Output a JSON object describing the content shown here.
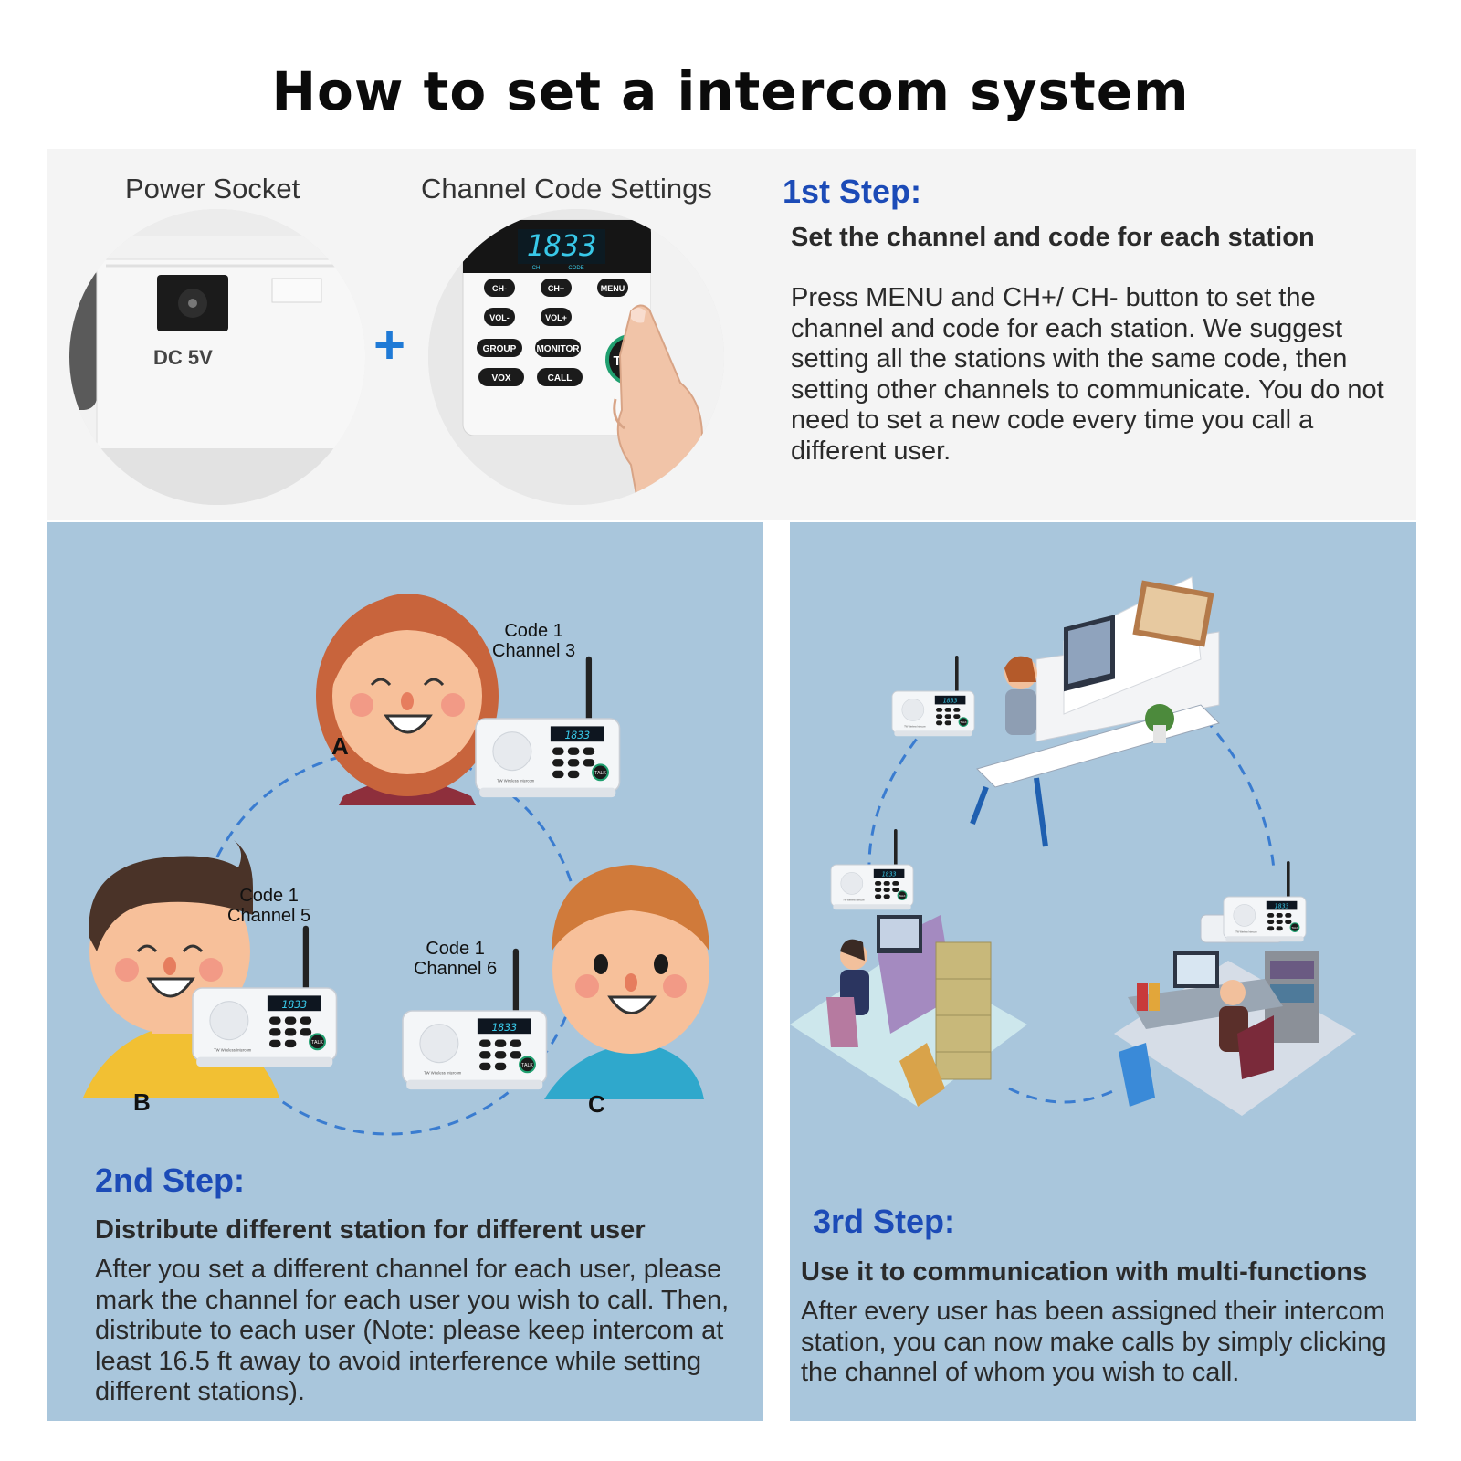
{
  "page": {
    "title": "How to set a intercom system"
  },
  "top_panel": {
    "power_socket_label": "Power Socket",
    "channel_code_label": "Channel Code Settings",
    "plus": "+",
    "socket_marking": "DC  5V",
    "keypad": {
      "display": "1833",
      "display_sub_left": "CH",
      "display_sub_right": "CODE",
      "buttons": [
        "CH-",
        "CH+",
        "MENU",
        "VOL-",
        "VOL+",
        "GROUP",
        "MONITOR",
        "VOX",
        "CALL"
      ],
      "talk_button": "TALK"
    }
  },
  "step1": {
    "heading": "1st Step:",
    "subheading": "Set the channel and code for each station",
    "body": "Press MENU and CH+/ CH- button to set the channel and code for each station. We suggest setting all the stations with the same code, then setting other channels to communicate. You do not need to set a new code every time you call a different user."
  },
  "users": [
    {
      "letter": "A",
      "code": "Code 1",
      "channel": "Channel 3"
    },
    {
      "letter": "B",
      "code": "Code 1",
      "channel": "Channel 5"
    },
    {
      "letter": "C",
      "code": "Code 1",
      "channel": "Channel 6"
    }
  ],
  "station": {
    "display": "1833",
    "brand": "TW Wireless Intercom",
    "talk": "TALK"
  },
  "step2": {
    "heading": "2nd Step:",
    "subheading": "Distribute different station for different user",
    "body": "After you set a different channel for each user, please mark the channel for each user you wish to call. Then, distribute to each user (Note: please keep intercom at least 16.5 ft away to avoid interference while setting different stations)."
  },
  "step3": {
    "heading": "3rd Step:",
    "subheading": "Use it to communication with multi-functions",
    "body": "After every user has been assigned their intercom station, you can now make calls by simply clicking the channel of whom you wish to call."
  },
  "colors": {
    "heading_blue": "#1c4bb7",
    "panel_blue": "#a9c6dc",
    "top_panel_bg": "#f4f4f4",
    "plus_blue": "#1f7ad6",
    "dashed_line": "#3a7cd0"
  },
  "icons": [
    "power-socket-photo",
    "keypad-photo",
    "finger-pointer",
    "intercom-station",
    "person-face",
    "office-desk-illustration"
  ]
}
